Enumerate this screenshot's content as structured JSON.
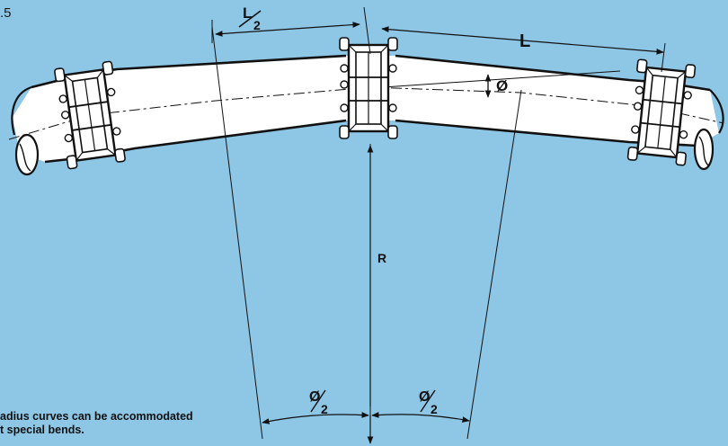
{
  "figure_number": ".5",
  "caption_lines": [
    "adius curves can be accommodated",
    "t special bends."
  ],
  "labels": {
    "half_length_num": "L",
    "half_length_den": "2",
    "length": "L",
    "angle": "Ø",
    "radius": "R",
    "half_angle_left_num": "Ø",
    "half_angle_left_den": "2",
    "half_angle_right_num": "Ø",
    "half_angle_right_den": "2"
  },
  "colors": {
    "background": "#8ec6e6",
    "line": "#111111",
    "fill": "#ffffff"
  }
}
